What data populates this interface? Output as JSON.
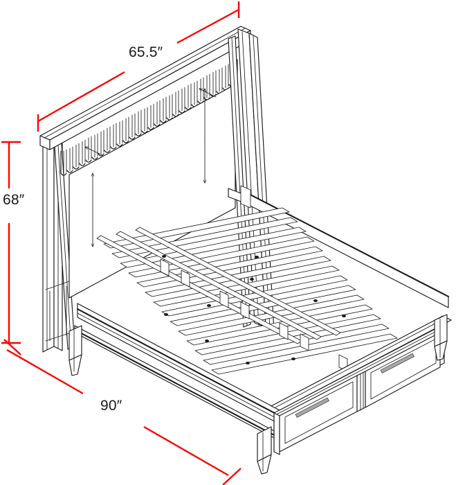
{
  "drawing": {
    "title": "Storage bed frame isometric dimension drawing",
    "subject": "platform storage bed with slatted headboard and two footboard drawers",
    "background_color": "#ffffff",
    "line_color": "#1a1a1a",
    "dimension_color": "#ff0000",
    "units": "inches"
  },
  "dimensions": {
    "width": {
      "label": "65.5″",
      "value": 65.5,
      "unit": "in",
      "describes": "headboard width"
    },
    "height": {
      "label": "68″",
      "value": 68,
      "unit": "in",
      "describes": "overall headboard height"
    },
    "length": {
      "label": "90″",
      "value": 90,
      "unit": "in",
      "describes": "overall bed length"
    }
  },
  "parts": {
    "headboard_spindles": 30,
    "slat_count": 14,
    "drawer_count": 2,
    "leg_count": 4
  }
}
